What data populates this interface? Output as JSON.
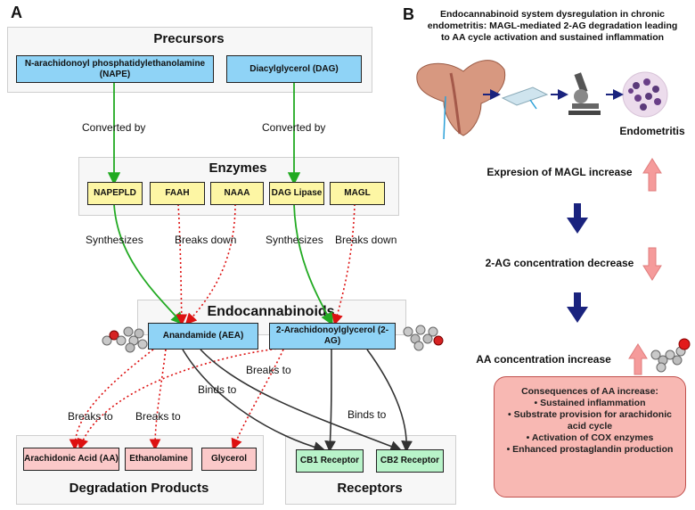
{
  "panel_a": {
    "letter": "A",
    "precursors": {
      "title": "Precursors",
      "nape": "N-arachidonoyl phosphatidylethanolamine (NAPE)",
      "dag": "Diacylglycerol (DAG)"
    },
    "converted_label_1": "Converted by",
    "converted_label_2": "Converted by",
    "enzymes": {
      "title": "Enzymes",
      "items": [
        "NAPEPLD",
        "FAAH",
        "NAAA",
        "DAG Lipase",
        "MAGL"
      ]
    },
    "labels": {
      "synth1": "Synthesizes",
      "breaks1": "Breaks down",
      "synth2": "Synthesizes",
      "breaks2": "Breaks down",
      "breaks_to_1": "Breaks to",
      "breaks_to_2": "Breaks to",
      "breaks_to_3": "Breaks to",
      "binds_to_1": "Binds to",
      "binds_to_2": "Binds to"
    },
    "endocannabinoids": {
      "title": "Endocannabinoids",
      "aea": "Anandamide (AEA)",
      "two_ag": "2-Arachidonoylglycerol (2-AG)"
    },
    "degradation": {
      "title": "Degradation Products",
      "items": [
        "Arachidonic Acid (AA)",
        "Ethanolamine",
        "Glycerol"
      ]
    },
    "receptors": {
      "title": "Receptors",
      "items": [
        "CB1 Receptor",
        "CB2 Receptor"
      ]
    }
  },
  "panel_b": {
    "letter": "B",
    "title_lines": [
      "Endocannabinoid system dysregulation in chronic",
      "endometritis: MAGL-mediated 2-AG degradation leading",
      "to AA cycle activation and sustained inflammation"
    ],
    "endometritis": "Endometritis",
    "steps": [
      "Expresion of MAGL increase",
      "2-AG concentration decrease",
      "AA concentration increase"
    ],
    "consequences": {
      "title": "Consequences of AA increase:",
      "items": [
        "Sustained inflammation",
        "Substrate provision for arachidonic acid cycle",
        "Activation of COX enzymes",
        "Enhanced prostaglandin production"
      ]
    }
  },
  "colors": {
    "green_arrow": "#22aa22",
    "red_dotted": "#dd1111",
    "navy_arrow": "#1a237e",
    "pink_arrow": "#f59b9b"
  }
}
